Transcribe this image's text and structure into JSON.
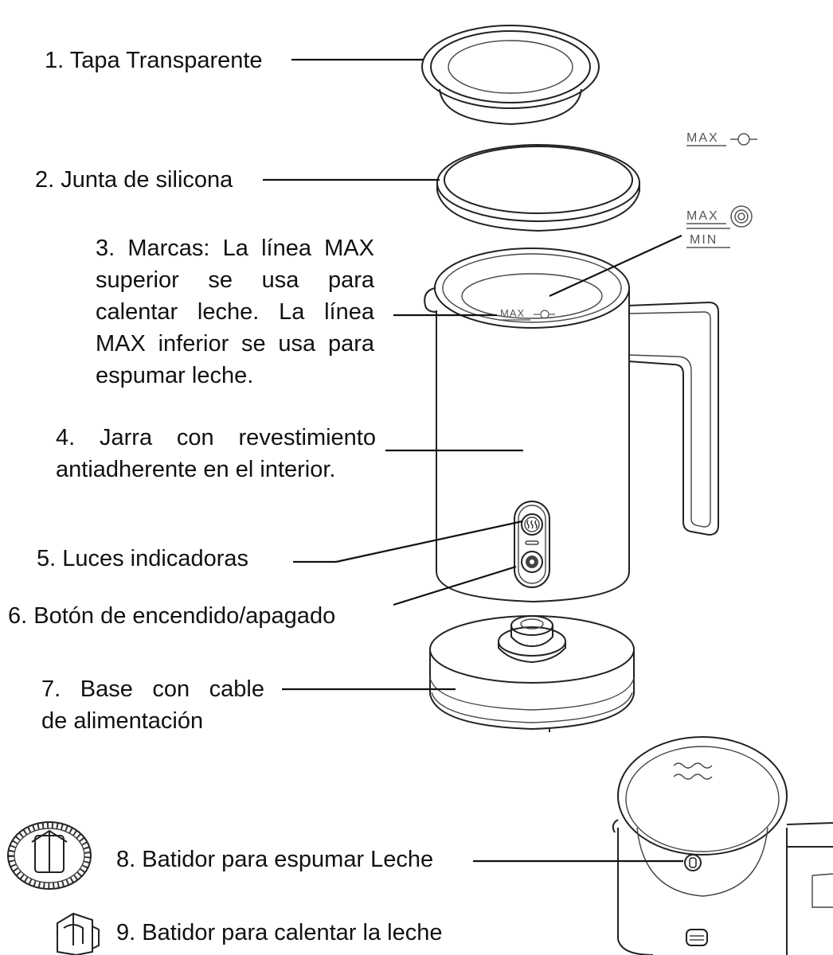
{
  "labels": {
    "l1": "1. Tapa Transparente",
    "l2": "2. Junta de silicona",
    "l3": [
      "3. Marcas: La línea MAX",
      "superior se usa para",
      "calentar leche. La línea",
      "MAX inferior se usa para",
      "espumar leche."
    ],
    "l4": [
      "4. Jarra con revestimiento",
      "antiadherente en el interior."
    ],
    "l5": "5. Luces indicadoras",
    "l6": "6. Botón de encendido/apagado",
    "l7": [
      "7. Base con cable",
      "de alimentación"
    ],
    "l8": "8. Batidor para espumar Leche",
    "l9": "9. Batidor para calentar la leche"
  },
  "marks": {
    "max": "MAX",
    "min": "MIN",
    "jug_max": "MAX"
  }
}
